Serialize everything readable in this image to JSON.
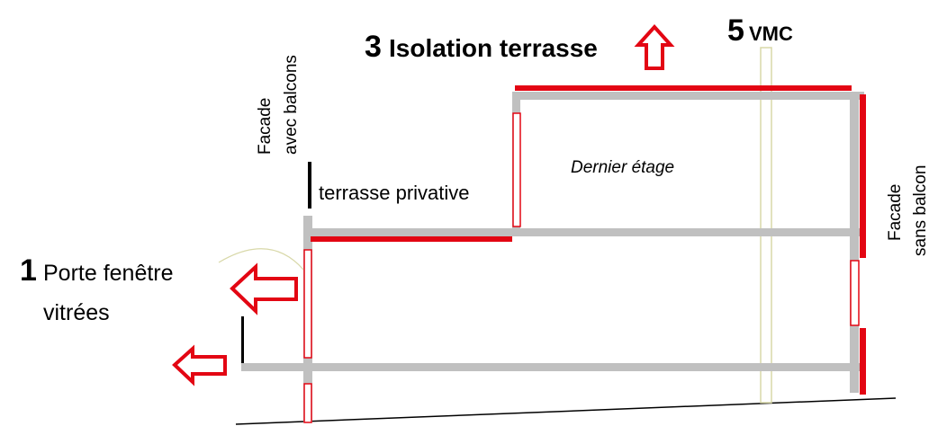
{
  "labels": {
    "porte_num": "1",
    "porte_line1": "Porte fenêtre",
    "porte_line2": "vitrées",
    "isolation_num": "3",
    "isolation_text": "Isolation terrasse",
    "vmc_num": "5",
    "vmc_text": "VMC",
    "facade_avec_line1": "Facade",
    "facade_avec_line2": "avec balcons",
    "terrasse_privative": "terrasse privative",
    "dernier_etage": "Dernier étage",
    "facade_sans_line1": "Facade",
    "facade_sans_line2": "sans balcon"
  },
  "colors": {
    "structure": "#c0c0c0",
    "insulation": "#e30613",
    "window_fill": "#ffffff",
    "vmc_duct": "#dcdcb0",
    "ground": "#000000",
    "text": "#000000"
  },
  "icons": [
    "arrow-left-icon",
    "arrow-up-icon"
  ]
}
